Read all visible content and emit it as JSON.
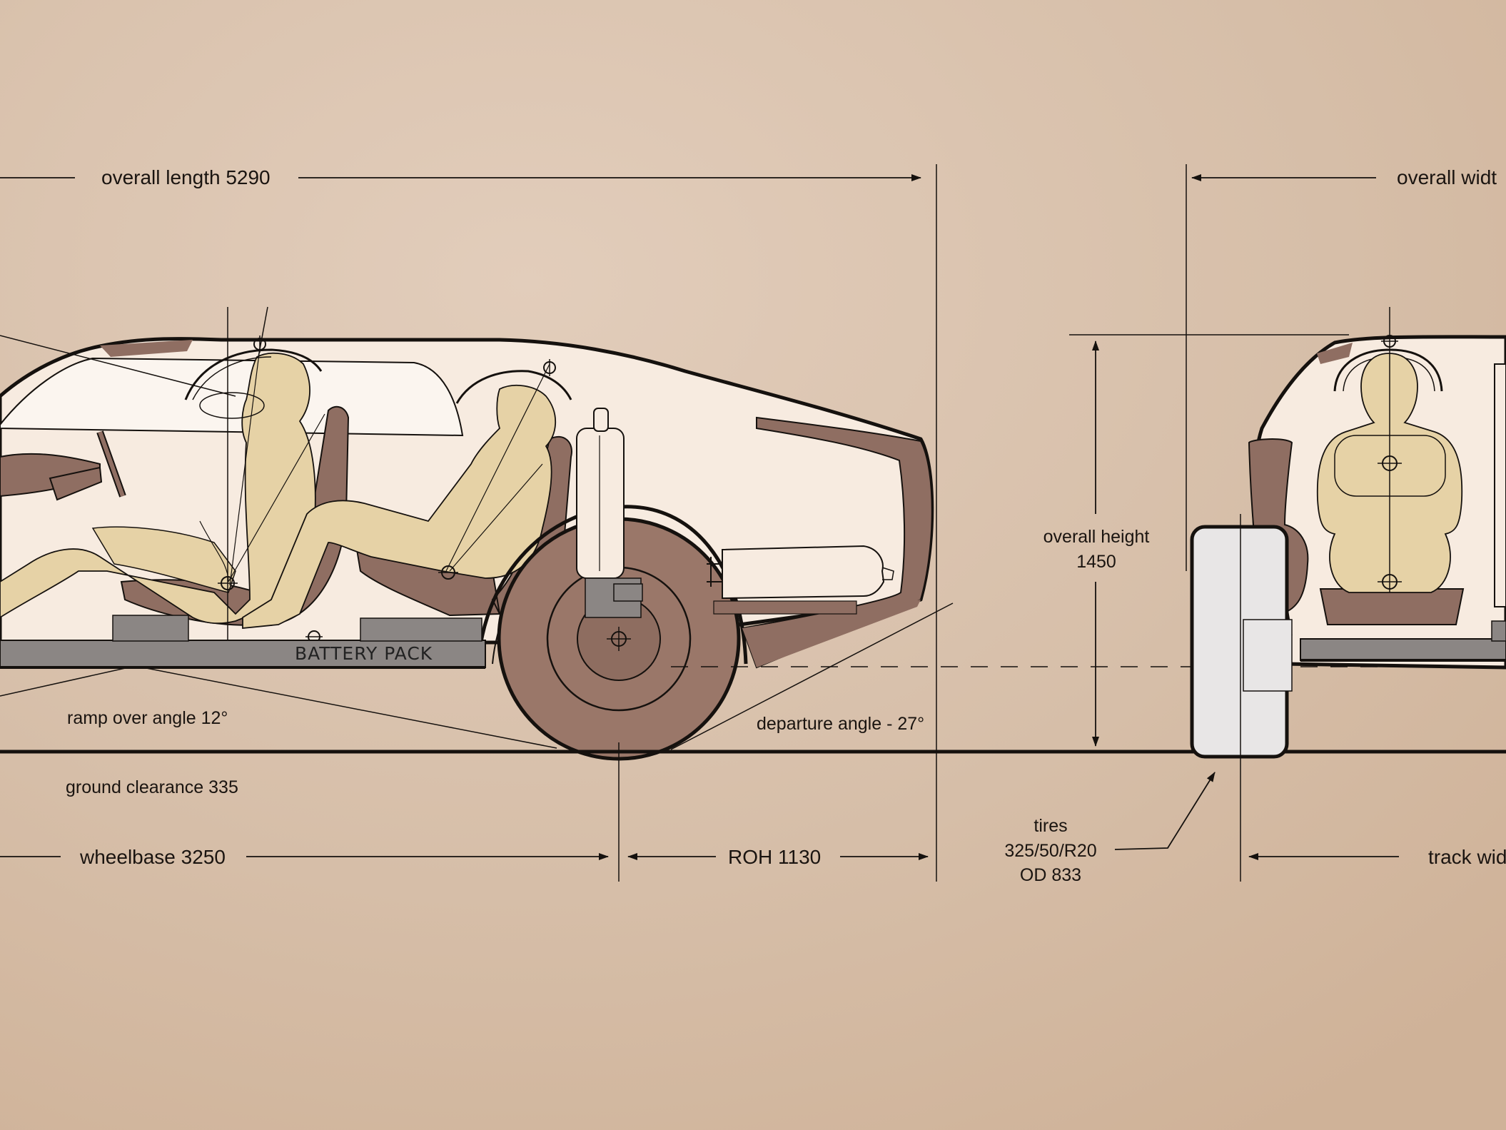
{
  "colors": {
    "background": "#d8c2ae",
    "body_fill": "#f7ebe0",
    "interior_brown": "#8f6e62",
    "occupant": "#e6d2a6",
    "battery_gray": "#8b8684",
    "tire_white": "#e8e6e6",
    "line": "#15110e"
  },
  "side_view": {
    "overall_length": "overall length 5290",
    "wheelbase": "wheelbase 3250",
    "roh": "ROH 1130",
    "ramp_over_angle": "ramp over angle  12°",
    "ground_clearance": "ground clearance 335",
    "departure_angle": "departure angle - 27°",
    "battery_pack": "BATTERY PACK"
  },
  "front_view": {
    "overall_width": "overall widt",
    "overall_height_line1": "overall height",
    "overall_height_line2": "1450",
    "tires_line1": "tires",
    "tires_line2": "325/50/R20",
    "tires_line3": "OD 833",
    "track_width": "track wid"
  }
}
